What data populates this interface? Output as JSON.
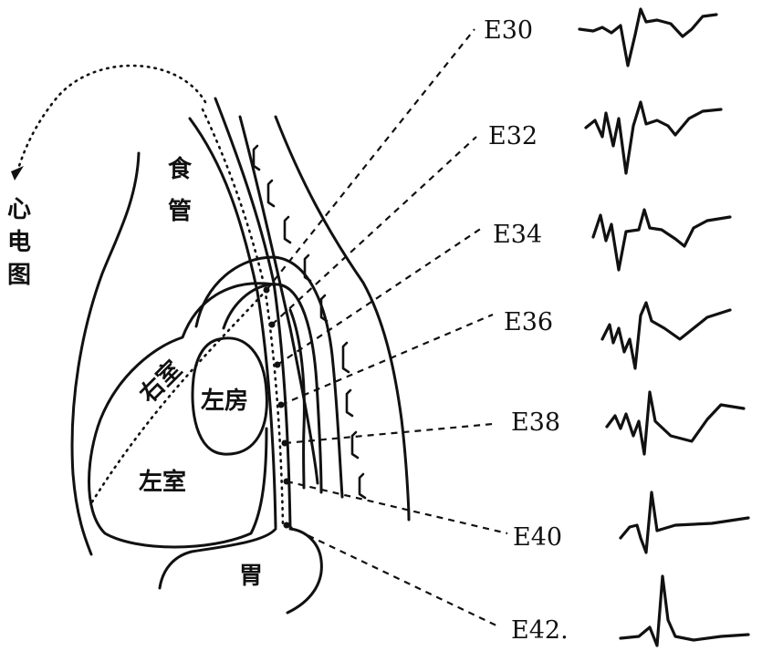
{
  "labels": {
    "ecg": "心电图",
    "esophagus": "食管",
    "right_ventricle": "右室",
    "left_atrium": "左房",
    "left_ventricle": "左室",
    "stomach": "胃"
  },
  "leads": [
    "E30",
    "E32",
    "E34",
    "E36",
    "E38",
    "E40",
    "E42."
  ],
  "colors": {
    "ink": "#111111",
    "background": "#ffffff"
  }
}
